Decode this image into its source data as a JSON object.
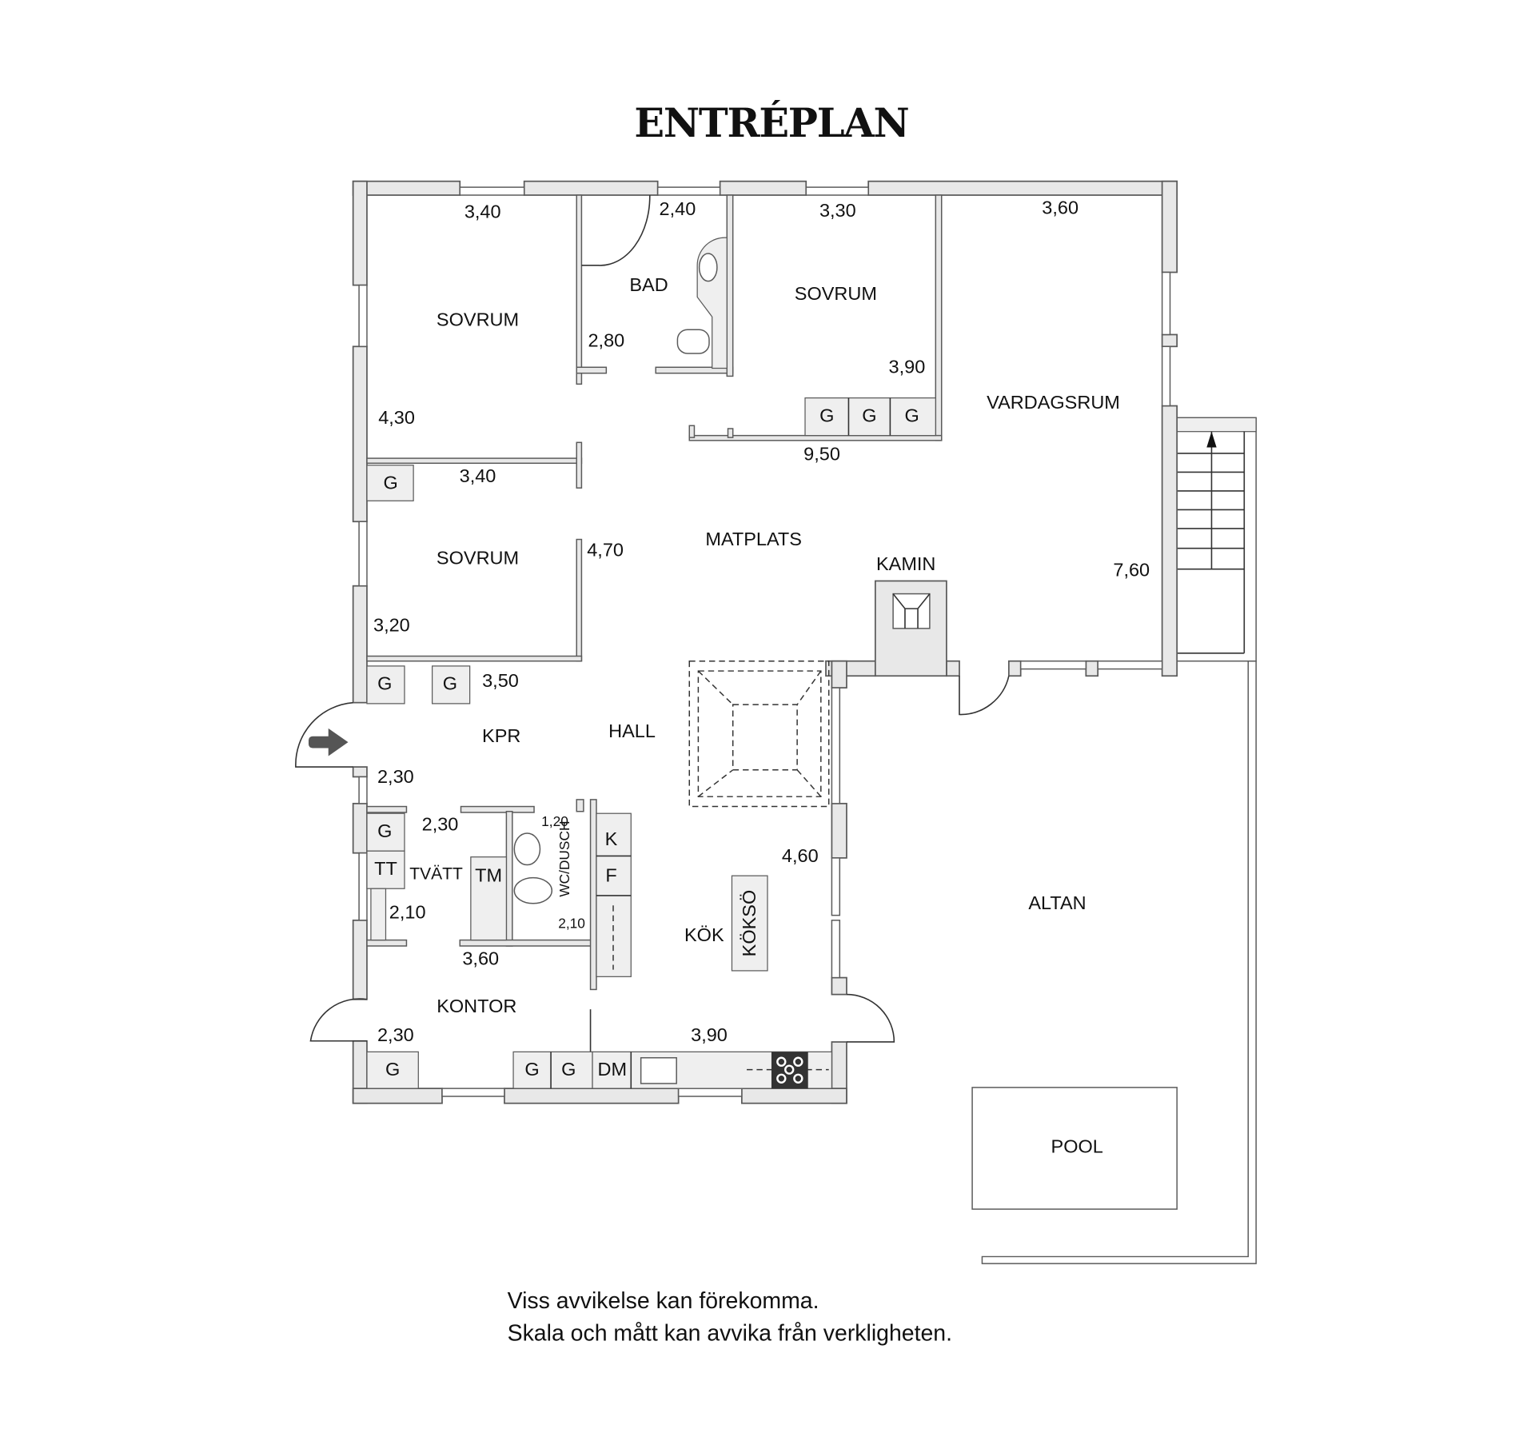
{
  "title": "ENTRÉPLAN",
  "rooms": {
    "sovrum_1": "SOVRUM",
    "bad": "BAD",
    "sovrum_2": "SOVRUM",
    "vardagsrum": "VARDAGSRUM",
    "sovrum_3": "SOVRUM",
    "matplats": "MATPLATS",
    "kamin": "KAMIN",
    "kpr": "KPR",
    "hall": "HALL",
    "tvatt": "TVÄTT",
    "wc_dusch": "WC/DUSCH",
    "kok": "KÖK",
    "koksö": "KÖKSÖ",
    "kontor": "KONTOR",
    "altan": "ALTAN",
    "pool": "POOL"
  },
  "dimensions": {
    "sovrum_1_w": "3,40",
    "bad_w": "2,40",
    "sovrum_2_w": "3,30",
    "vardagsrum_w": "3,60",
    "bad_h": "2,80",
    "sovrum_2_h": "3,90",
    "sovrum_1_h": "4,30",
    "corridor_len": "9,50",
    "sovrum_3_w": "3,40",
    "matplats_h": "4,70",
    "vardagsrum_h": "7,60",
    "sovrum_3_h": "3,20",
    "kpr_w": "3,50",
    "kpr_h": "2,30",
    "tvatt_w": "2,30",
    "wc_w": "1,20",
    "wc_h": "2,10",
    "tvatt_h": "2,10",
    "kok_h": "4,60",
    "kontor_w": "3,60",
    "kontor_h": "2,30",
    "kok_w": "3,90"
  },
  "fixtures": {
    "wardrobe": "G",
    "tumble_dryer": "TT",
    "washing_machine": "TM",
    "fridge": "K",
    "freezer": "F",
    "dishwasher": "DM"
  },
  "notes": [
    "Viss avvikelse kan förekomma.",
    "Skala och mått kan avvika från verkligheten."
  ]
}
